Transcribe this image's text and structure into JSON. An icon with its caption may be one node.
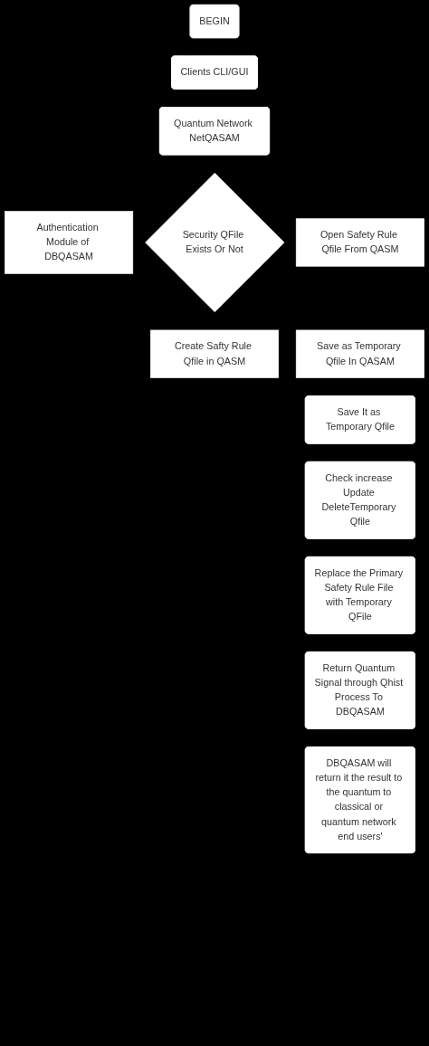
{
  "diagram": {
    "nodes": [
      {
        "text": [
          "BEGIN"
        ]
      },
      {
        "text": [
          "Clients CLI/GUI"
        ]
      },
      {
        "text": [
          "Quantum Network NetQASAM"
        ]
      },
      {
        "text": [
          "Authentication Module of DBQASAM"
        ]
      },
      {
        "text": [
          "Security QFile Exists Or Not"
        ]
      },
      {
        "text": [
          "Open Safety Rule Qfile From QASM"
        ]
      },
      {
        "text": [
          "Create Safty Rule Qfile in QASM"
        ]
      },
      {
        "text": [
          "Save as Temporary Qfile In QASAM"
        ]
      },
      {
        "text": [
          "Save It as Temporary Qfile"
        ]
      },
      {
        "text": [
          "Check increase Update DeleteTemporary Qfile"
        ]
      },
      {
        "text": [
          "Replace the Primary Safety Rule File with Temporary QFile"
        ]
      },
      {
        "text": [
          "Return Quantum Signal through Qhist Process To DBQASAM"
        ]
      },
      {
        "text": [
          "DBQASAM will return it the result to the quantum to classical or quantum network end users'"
        ]
      }
    ],
    "edges": []
  }
}
